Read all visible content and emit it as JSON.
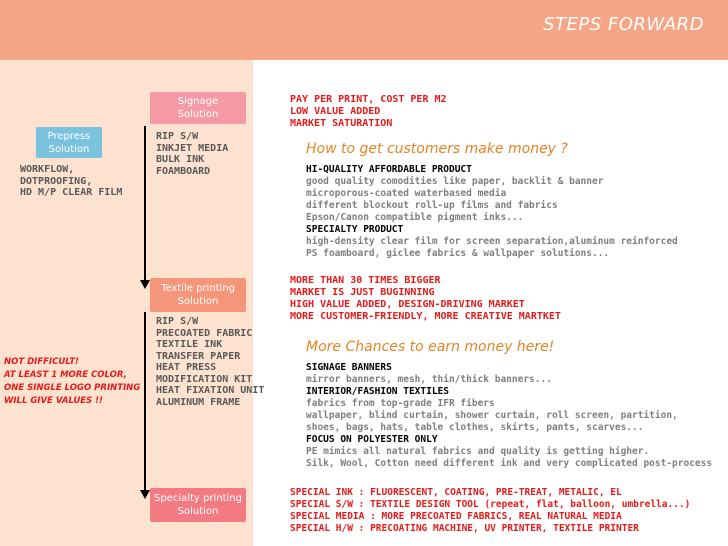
{
  "header": {
    "title": "STEPS FORWARD"
  },
  "boxes": {
    "prepress": "Prepress\nSolution",
    "signage": "Signage\nSolution",
    "textile": "Textile printing\nSolution",
    "specialty": "Specialty printing\nSolution"
  },
  "prepress_list": "WORKFLOW,\nDOTPROOFING,\nHD M/P CLEAR FILM",
  "signage_list": "RIP S/W\nINKJET MEDIA\nBULK INK\nFOAMBOARD",
  "textile_list": "RIP S/W\nPRECOATED FABRIC\nTEXTILE INK\nTRANSFER PAPER\nHEAT PRESS\nMODIFICATION KIT\nHEAT FIXATION UNIT\nALUMINUM FRAME",
  "note": "NOT DIFFICULT!\nAT LEAST 1 MORE COLOR,\nONE SINGLE LOGO PRINTING\nWILL GIVE VALUES !!",
  "signage_market": "PAY PER PRINT, COST PER M2\nLOW VALUE ADDED\nMARKET SATURATION",
  "section1": {
    "heading": "How to get customers make money ?",
    "head1": "HI-QUALITY AFFORDABLE PRODUCT",
    "sub1": "good quality comodities like paper, backlit & banner\nmicroporous-coated waterbased media\ndifferent blockout roll-up films and fabrics\nEpson/Canon compatible pigment inks...",
    "head2": "SPECIALTY PRODUCT",
    "sub2": "high-density clear film for screen separation,aluminum reinforced\nPS foamboard, giclee fabrics & wallpaper solutions..."
  },
  "textile_market": "MORE THAN 30 TIMES BIGGER\nMARKET IS JUST BUGINNING\nHIGH VALUE ADDED, DESIGN-DRIVING MARKET\nMORE CUSTOMER-FRIENDLY, MORE CREATIVE MARTKET",
  "section2": {
    "heading": "More Chances to earn money here!",
    "head1": "SIGNAGE BANNERS",
    "sub1": "mirror banners, mesh, thin/thick banners...",
    "head2": "INTERIOR/FASHION TEXTILES",
    "sub2": "fabrics from top-grade IFR fibers\nwallpaper, blind curtain, shower curtain, roll screen, partition,\nshoes, bags, hats, table clothes, skirts, pants, scarves...",
    "head3": "FOCUS ON POLYESTER ONLY",
    "sub3": "PE mimics all natural fabrics and quality is getting higher.\nSilk, Wool, Cotton need different ink and very complicated post-process"
  },
  "specialty_list": "SPECIAL INK : FLUORESCENT, COATING, PRE-TREAT, METALIC, EL\nSPECIAL S/W : TEXTILE DESIGN TOOL (repeat, flat, balloon, umbrella...)\nSPECIAL MEDIA : MORE PRECOATED FABRICS, REAL NATURAL MEDIA\nSPECIAL H/W : PRECOATING MACHINE, UV PRINTER, TEXTILE PRINTER"
}
